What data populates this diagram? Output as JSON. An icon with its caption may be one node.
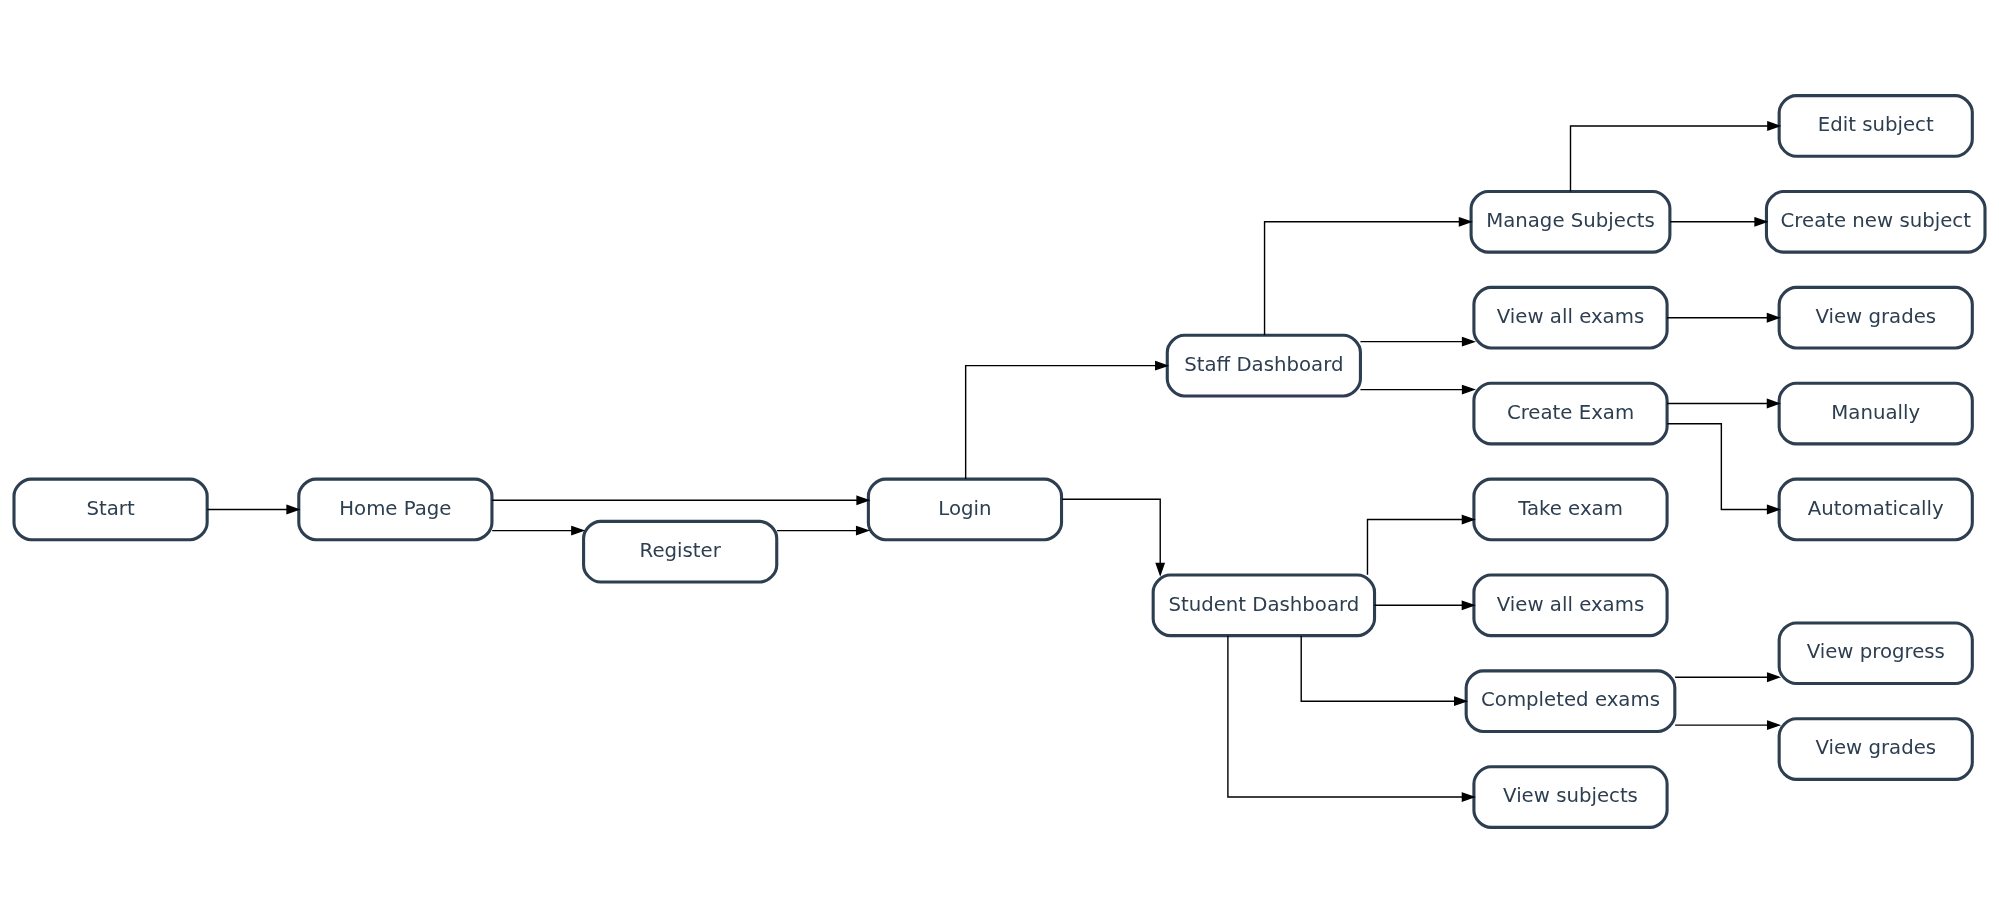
{
  "diagram": {
    "nodes": [
      {
        "text": [
          "Start"
        ]
      },
      {
        "text": [
          "Home Page"
        ]
      },
      {
        "text": [
          "Login"
        ]
      },
      {
        "text": [
          "Register"
        ]
      },
      {
        "text": [
          "Staff Dashboard"
        ]
      },
      {
        "text": [
          "Student Dashboard"
        ]
      },
      {
        "text": [
          "Manage Subjects"
        ]
      },
      {
        "text": [
          "View all exams"
        ]
      },
      {
        "text": [
          "Create Exam"
        ]
      },
      {
        "text": [
          "Edit subject"
        ]
      },
      {
        "text": [
          "Create new subject"
        ]
      },
      {
        "text": [
          "View grades"
        ]
      },
      {
        "text": [
          "Manually"
        ]
      },
      {
        "text": [
          "Automatically"
        ]
      },
      {
        "text": [
          "Take exam"
        ]
      },
      {
        "text": [
          "View all exams"
        ]
      },
      {
        "text": [
          "Completed exams"
        ]
      },
      {
        "text": [
          "View subjects"
        ]
      },
      {
        "text": [
          "View progress"
        ]
      },
      {
        "text": [
          "View grades"
        ]
      }
    ],
    "edges": [
      {
        "from": 0,
        "to": 1,
        "arrow": "to"
      },
      {
        "from": 1,
        "to": 2,
        "arrow": "to"
      },
      {
        "from": 1,
        "to": 3,
        "arrow": "to"
      },
      {
        "from": 3,
        "to": 2,
        "arrow": "to"
      },
      {
        "from": 2,
        "to": 4,
        "arrow": "to"
      },
      {
        "from": 2,
        "to": 5,
        "arrow": "to"
      },
      {
        "from": 4,
        "to": 6,
        "arrow": "to"
      },
      {
        "from": 4,
        "to": 7,
        "arrow": "to"
      },
      {
        "from": 4,
        "to": 8,
        "arrow": "to"
      },
      {
        "from": 6,
        "to": 9,
        "arrow": "to"
      },
      {
        "from": 6,
        "to": 10,
        "arrow": "to"
      },
      {
        "from": 7,
        "to": 11,
        "arrow": "to"
      },
      {
        "from": 8,
        "to": 12,
        "arrow": "to"
      },
      {
        "from": 8,
        "to": 13,
        "arrow": "to"
      },
      {
        "from": 5,
        "to": 14,
        "arrow": "to"
      },
      {
        "from": 5,
        "to": 15,
        "arrow": "to"
      },
      {
        "from": 5,
        "to": 16,
        "arrow": "to"
      },
      {
        "from": 5,
        "to": 17,
        "arrow": "to"
      },
      {
        "from": 16,
        "to": 18,
        "arrow": "to"
      },
      {
        "from": 16,
        "to": 19,
        "arrow": "to"
      }
    ]
  }
}
